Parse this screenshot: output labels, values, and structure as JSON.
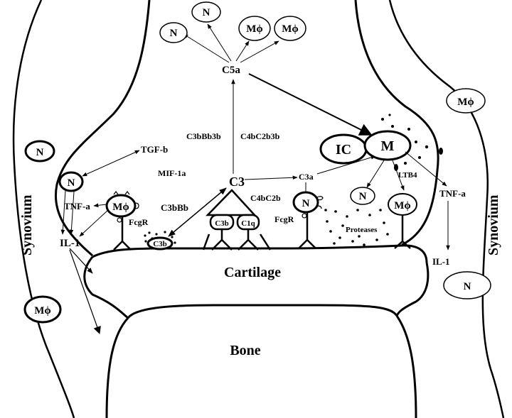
{
  "labels": {
    "synovium_left": "Synovium",
    "synovium_right": "Synovium",
    "cartilage": "Cartilage",
    "bone": "Bone",
    "c5a": "C5a",
    "c3": "C3",
    "c3a": "C3a",
    "tgf_b": "TGF-b",
    "mif_1a": "MIF-1a",
    "c3bbb3b": "C3bBb3b",
    "c4bc2b3b": "C4bC2b3b",
    "c3bbb": "C3bBb",
    "c4bc2b": "C4bC2b",
    "tnf_a_left": "TNF-a",
    "tnf_a_right": "TNF-a",
    "il1_left": "IL-1",
    "il1_right": "IL-1",
    "fcgr_left": "FcgR",
    "fcgr_mid": "FcgR",
    "ltb4": "LTB4",
    "proteases": "Proteases",
    "ic": "IC",
    "m": "M",
    "c3b_small": "C3b",
    "c3b_receptor": "C3b",
    "c1q": "C1q"
  },
  "cells": {
    "n": "N",
    "mphi": "Mϕ"
  }
}
